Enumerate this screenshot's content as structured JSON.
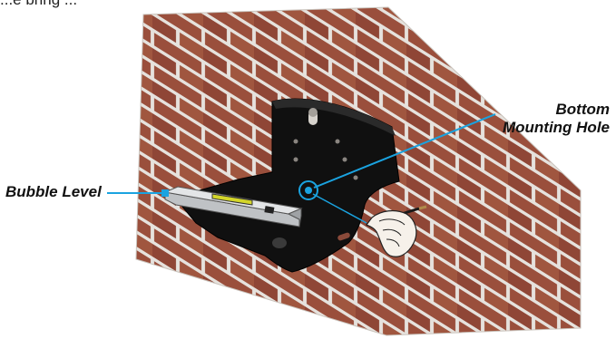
{
  "header_fragment": "...e bring ...",
  "callouts": {
    "bubble_level": "Bubble Level",
    "bottom_mounting_hole_line1": "Bottom",
    "bottom_mounting_hole_line2": "Mounting Hole"
  },
  "colors": {
    "brick": "#9a4f3c",
    "mortar": "#e8e4e0",
    "plate": "#111111",
    "callout_line": "#1aa3e0",
    "level_body": "#d9dbdd",
    "level_vial": "#d4d62a"
  }
}
